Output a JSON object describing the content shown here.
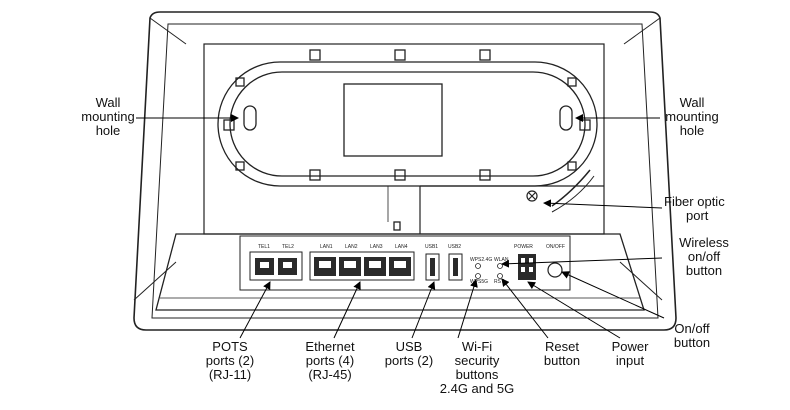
{
  "port_labels": {
    "tel1": "TEL1",
    "tel2": "TEL2",
    "lan1": "LAN1",
    "lan2": "LAN2",
    "lan3": "LAN3",
    "lan4": "LAN4",
    "usb1": "USB1",
    "usb2": "USB2",
    "wps24": "WPS2.4G",
    "wlan": "WLAN",
    "wps5": "WPS5G",
    "rst": "RST",
    "power": "POWER",
    "onoff": "ON/OFF"
  },
  "callouts": {
    "wall_left": [
      "Wall",
      "mounting",
      "hole"
    ],
    "wall_right": [
      "Wall",
      "mounting",
      "hole"
    ],
    "fiber": [
      "Fiber optic",
      "port"
    ],
    "wireless": [
      "Wireless",
      "on/off",
      "button"
    ],
    "onoff": [
      "On/off",
      "button"
    ],
    "pots": [
      "POTS",
      "ports (2)",
      "(RJ-11)"
    ],
    "ethernet": [
      "Ethernet",
      "ports (4)",
      "(RJ-45)"
    ],
    "usb": [
      "USB",
      "ports (2)"
    ],
    "wifi": [
      "Wi-Fi",
      "security",
      "buttons",
      "2.4G and 5G"
    ],
    "reset": [
      "Reset",
      "button"
    ],
    "power": [
      "Power",
      "input"
    ]
  }
}
